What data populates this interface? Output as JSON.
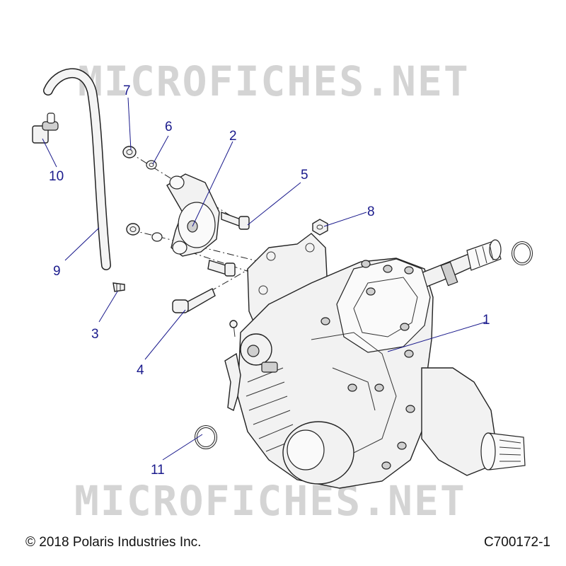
{
  "watermark_text": "MICROFICHES.NET",
  "footer": {
    "copyright": "© 2018 Polaris Industries Inc.",
    "figure_id": "C700172-1"
  },
  "callouts": [
    {
      "number": "1"
    },
    {
      "number": "2"
    },
    {
      "number": "3"
    },
    {
      "number": "4"
    },
    {
      "number": "5"
    },
    {
      "number": "6"
    },
    {
      "number": "7"
    },
    {
      "number": "8"
    },
    {
      "number": "9"
    },
    {
      "number": "10"
    },
    {
      "number": "11"
    }
  ],
  "colors": {
    "callout": "#1a1a8c",
    "watermark": "#d4d4d4",
    "line_art": "#222222"
  }
}
